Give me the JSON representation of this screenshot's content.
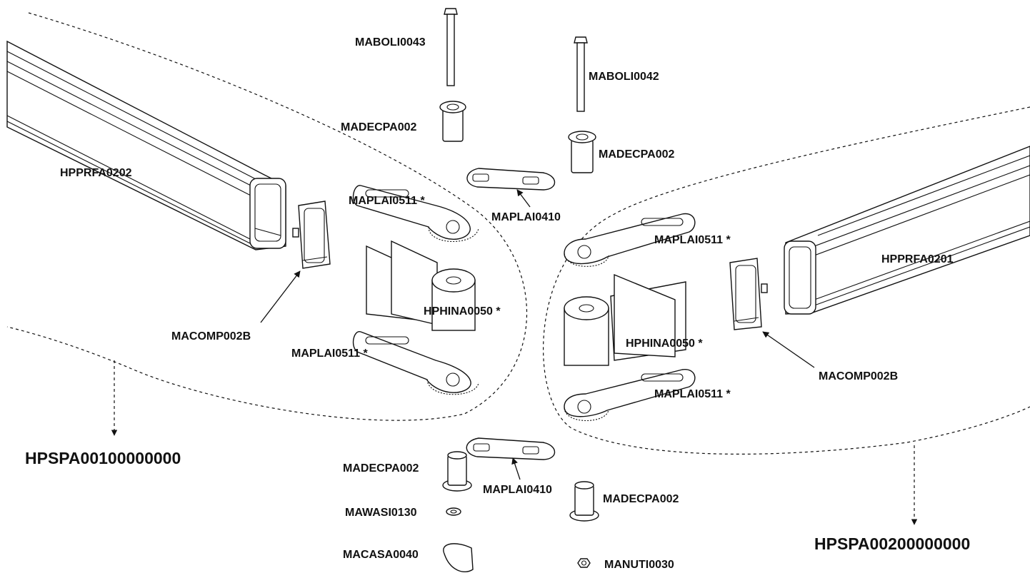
{
  "labels": {
    "mabo_43": "MABOLI0043",
    "mabo_42": "MABOLI0042",
    "madecpa_tl": "MADECPA002",
    "madecpa_tr": "MADECPA002",
    "madecpa_bl": "MADECPA002",
    "madecpa_br": "MADECPA002",
    "hpprfa_left": "HPPRFA0202",
    "hpprfa_right": "HPPRFA0201",
    "maplai0511_lt": "MAPLAI0511 *",
    "maplai0511_lb": "MAPLAI0511 *",
    "maplai0511_rt": "MAPLAI0511 *",
    "maplai0511_rb": "MAPLAI0511 *",
    "maplai0410_top": "MAPLAI0410",
    "maplai0410_bot": "MAPLAI0410",
    "hphina_left": "HPHINA0050 *",
    "hphina_right": "HPHINA0050 *",
    "macomp_left": "MACOMP002B",
    "macomp_right": "MACOMP002B",
    "assembly_left": "HPSPA00100000000",
    "assembly_right": "HPSPA00200000000",
    "mawasi": "MAWASI0130",
    "macasa": "MACASA0040",
    "manuti": "MANUTI0030"
  }
}
